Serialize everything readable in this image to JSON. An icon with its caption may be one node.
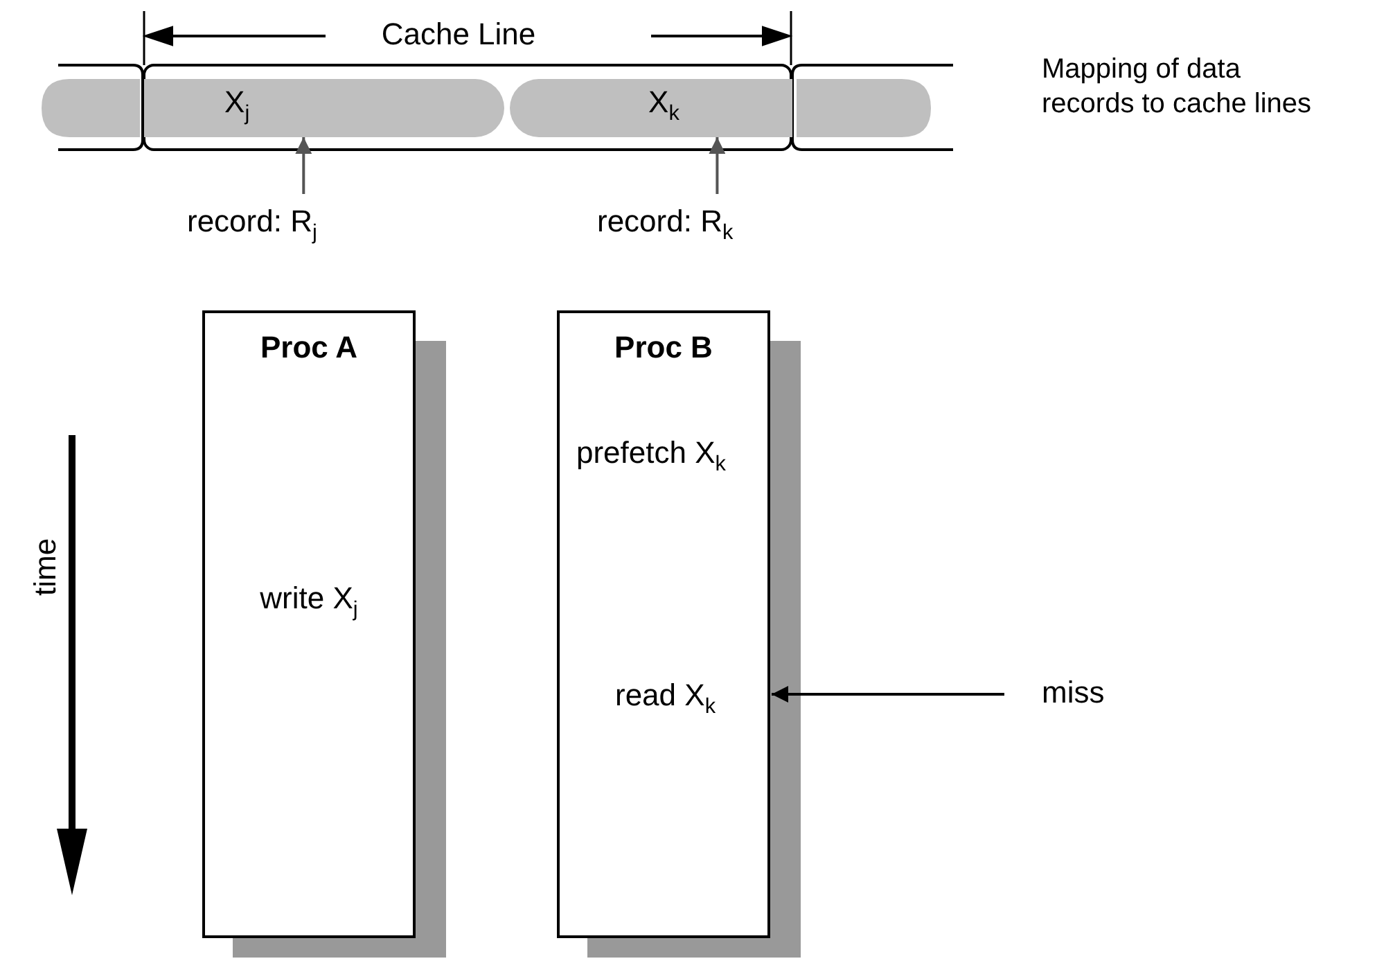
{
  "diagram": {
    "nodes": [
      {
        "text": [
          "X$_{j}$"
        ]
      },
      {
        "text": [
          "X$_{k}$"
        ]
      },
      {
        "text": [
          "record: R$_{j}$"
        ]
      },
      {
        "text": [
          "record: R$_{k}$"
        ]
      },
      {
        "text": [
          "Proc A",
          "write X$_{j}$"
        ]
      },
      {
        "text": [
          "Proc B",
          "prefetch X$_{k}$",
          "read X$_{k}$"
        ]
      },
      {
        "text": [
          "miss"
        ]
      }
    ],
    "edges": [
      {
        "from": 2,
        "to": 0,
        "arrow": "to",
        "color": "#555555"
      },
      {
        "from": 3,
        "to": 1,
        "arrow": "to",
        "color": "#555555"
      },
      {
        "from": 6,
        "to": 5,
        "arrow": "to"
      }
    ],
    "labels": [
      "Cache Line",
      "Mapping of data records to cache lines",
      "time"
    ]
  }
}
